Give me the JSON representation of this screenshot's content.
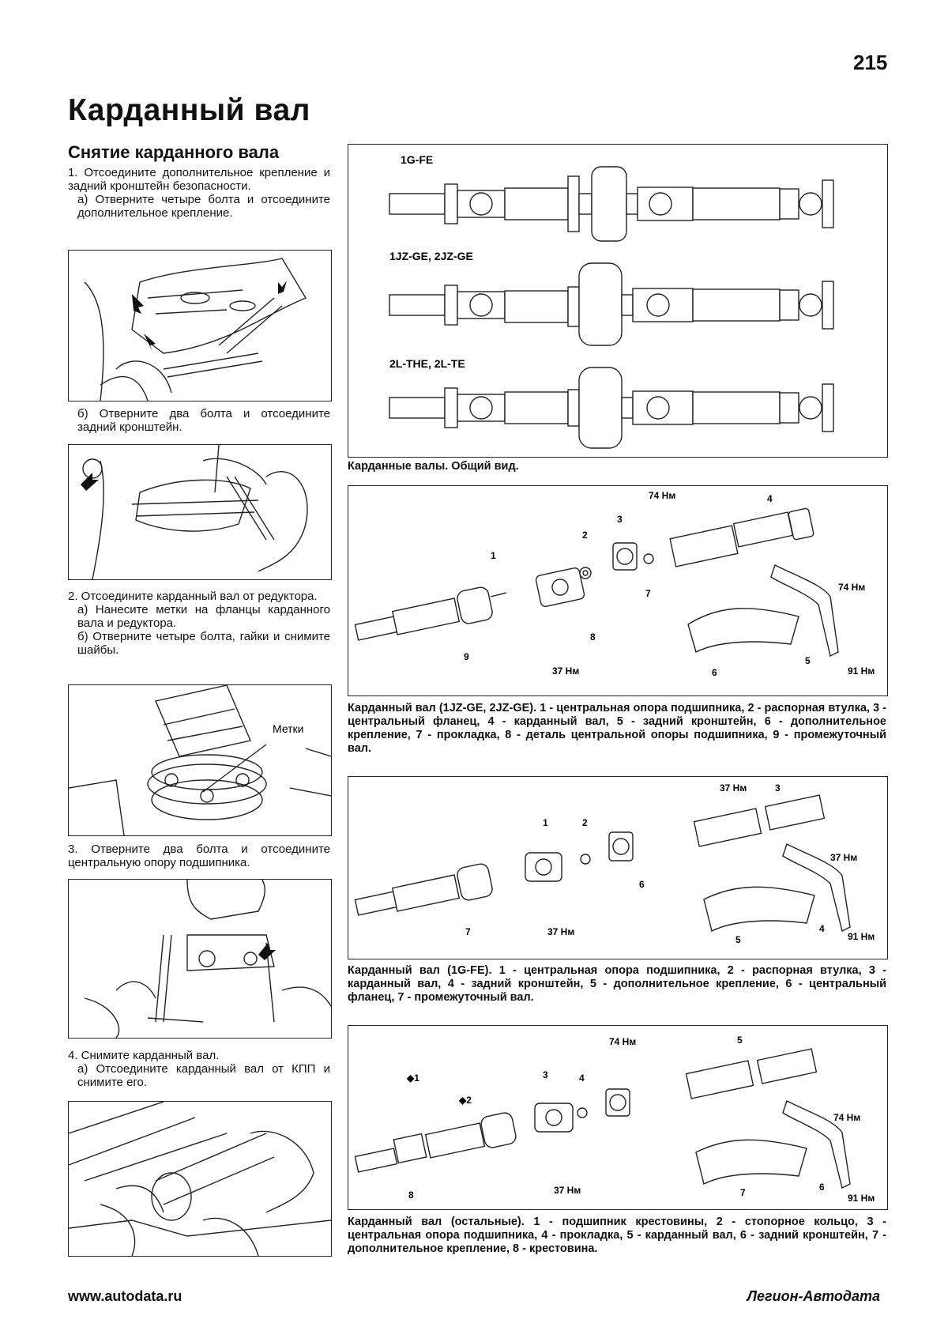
{
  "page_number": "215",
  "title": "Карданный вал",
  "section_title": "Снятие карданного вала",
  "steps": {
    "s1": "1. Отсоедините дополнительное крепление и задний кронштейн безопасности.",
    "s1a": "а) Отверните четыре болта и отсоедините дополнительное крепление.",
    "s1b": "б) Отверните два болта и отсоедините задний кронштейн.",
    "s2": "2. Отсоедините карданный вал от редуктора.",
    "s2a": "а) Нанесите метки на фланцы карданного вала и редуктора.",
    "s2b": "б) Отверните четыре болта, гайки и снимите шайбы.",
    "s3": "3. Отверните два болта и отсоедините центральную опору подшипника.",
    "s4": "4. Снимите карданный вал.",
    "s4a": "а) Отсоедините карданный вал от КПП и снимите его."
  },
  "marks_label": "Метки",
  "general_view": {
    "labels": [
      "1G-FE",
      "1JZ-GE, 2JZ-GE",
      "2L-THE, 2L-TE"
    ],
    "caption": "Карданные валы. Общий вид."
  },
  "diagram_1jz": {
    "caption": "Карданный вал (1JZ-GE, 2JZ-GE). 1 - центральная опора подшипника, 2 - распорная втулка, 3 - центральный фланец, 4 - карданный вал, 5 - задний кронштейн, 6 - дополнительное крепление, 7 - прокладка, 8 - деталь центральной опоры подшипника, 9 - промежуточный вал.",
    "numbers": [
      "1",
      "2",
      "3",
      "4",
      "5",
      "6",
      "7",
      "8",
      "9"
    ],
    "torques": [
      "74 Нм",
      "74 Нм",
      "37 Нм",
      "91 Нм"
    ]
  },
  "diagram_1g": {
    "caption": "Карданный вал (1G-FE). 1 - центральная опора подшипника, 2 - распорная втулка, 3 - карданный вал, 4 - задний кронштейн, 5 - дополнительное крепление, 6 - центральный фланец, 7 - промежуточный вал.",
    "numbers": [
      "1",
      "2",
      "3",
      "4",
      "5",
      "6",
      "7"
    ],
    "torques": [
      "37 Нм",
      "37 Нм",
      "37 Нм",
      "91 Нм"
    ]
  },
  "diagram_other": {
    "caption": "Карданный вал (остальные). 1 - подшипник крестовины, 2 - стопорное кольцо, 3 - центральная опора подшипника, 4 - прокладка, 5 - карданный вал, 6 - задний кронштейн, 7 - дополнительное крепление, 8 - крестовина.",
    "numbers": [
      "◆1",
      "◆2",
      "3",
      "4",
      "5",
      "6",
      "7",
      "8"
    ],
    "torques": [
      "74 Нм",
      "74 Нм",
      "37 Нм",
      "91 Нм"
    ]
  },
  "footer": {
    "website": "www.autodata.ru",
    "publisher": "Легион-Автодата"
  }
}
